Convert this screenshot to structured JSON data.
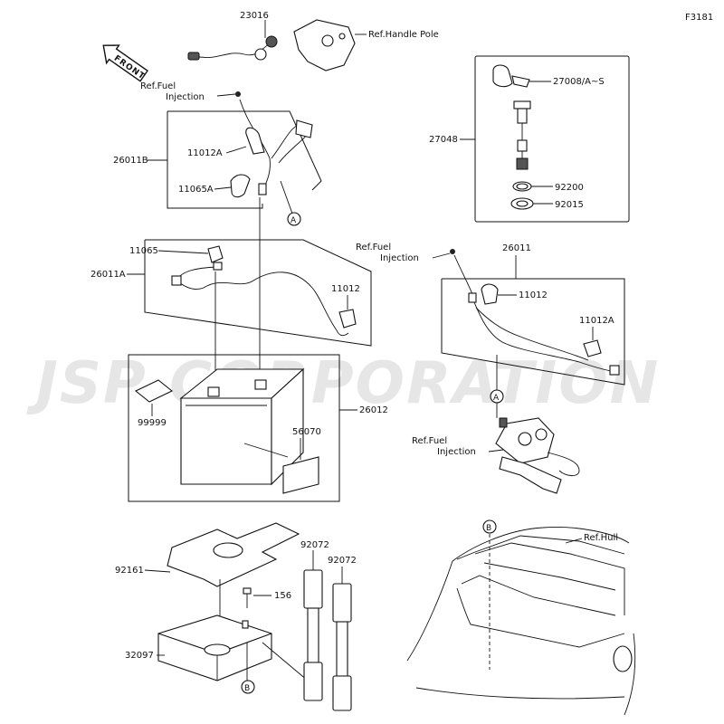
{
  "figure_id": "F3181",
  "watermark": "JSP CORPORATION",
  "front_label": "FRONT",
  "labels": {
    "p23016": "23016",
    "ref_handle_pole": "Ref.Handle Pole",
    "ref_fuel_1a": "Ref.Fuel",
    "ref_fuel_1b": "Injection",
    "p26011B": "26011B",
    "p11012A_1": "11012A",
    "p11065A": "11065A",
    "p11065": "11065",
    "p26011A": "26011A",
    "p11012_1": "11012",
    "p99999": "99999",
    "p56070": "56070",
    "p26012": "26012",
    "p27008": "27008/A~S",
    "p27048": "27048",
    "p92200": "92200",
    "p92015": "92015",
    "ref_fuel_2a": "Ref.Fuel",
    "ref_fuel_2b": "Injection",
    "p26011": "26011",
    "p11012_2": "11012",
    "p11012A_2": "11012A",
    "ref_fuel_3a": "Ref.Fuel",
    "ref_fuel_3b": "Injection",
    "p92161": "92161",
    "p92072_1": "92072",
    "p92072_2": "92072",
    "p156": "156",
    "p32097": "32097",
    "ref_hull": "Ref.Hull",
    "callout_a1": "A",
    "callout_a2": "A",
    "callout_b1": "B",
    "callout_b2": "B"
  }
}
